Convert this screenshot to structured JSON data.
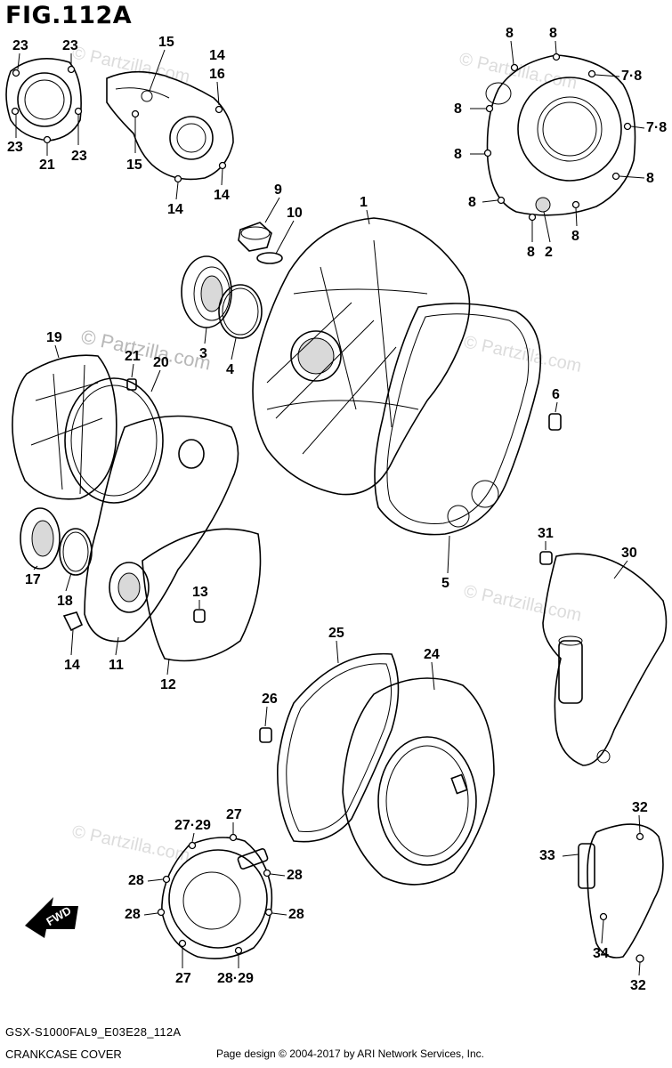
{
  "figure": {
    "title": "FIG.112A",
    "code": "GSX-S1000FAL9_E03E28_112A",
    "caption": "CRANKCASE COVER",
    "credit": "Page design © 2004-2017 by ARI Network Services, Inc."
  },
  "watermarks": [
    "© Partzilla.com",
    "© Partzilla.com",
    "© Partzilla.com",
    "© Partzilla.com",
    "© Partzilla.com",
    "© Partzilla.com"
  ],
  "fwd_label": "FWD",
  "callouts": {
    "c1": "1",
    "c2": "2",
    "c3": "3",
    "c4": "4",
    "c5": "5",
    "c6": "6",
    "c8a": "8",
    "c8b": "8",
    "c8c": "8",
    "c8d": "8",
    "c8e": "8",
    "c8f": "8",
    "c8g": "8",
    "c8h": "8",
    "c78a": "7·8",
    "c78b": "7·8",
    "c9": "9",
    "c10": "10",
    "c11": "11",
    "c12": "12",
    "c13": "13",
    "c14a": "14",
    "c14b": "14",
    "c14c": "14",
    "c14d": "14",
    "c15a": "15",
    "c15b": "15",
    "c16": "16",
    "c17": "17",
    "c18": "18",
    "c19": "19",
    "c20": "20",
    "c21a": "21",
    "c21b": "21",
    "c23a": "23",
    "c23b": "23",
    "c23c": "23",
    "c23d": "23",
    "c24": "24",
    "c25": "25",
    "c26": "26",
    "c27a": "27",
    "c27b": "27",
    "c2729": "27·29",
    "c28a": "28",
    "c28b": "28",
    "c28c": "28",
    "c28d": "28",
    "c2829": "28·29",
    "c30": "30",
    "c31": "31",
    "c32a": "32",
    "c32b": "32",
    "c33": "33",
    "c34": "34"
  }
}
